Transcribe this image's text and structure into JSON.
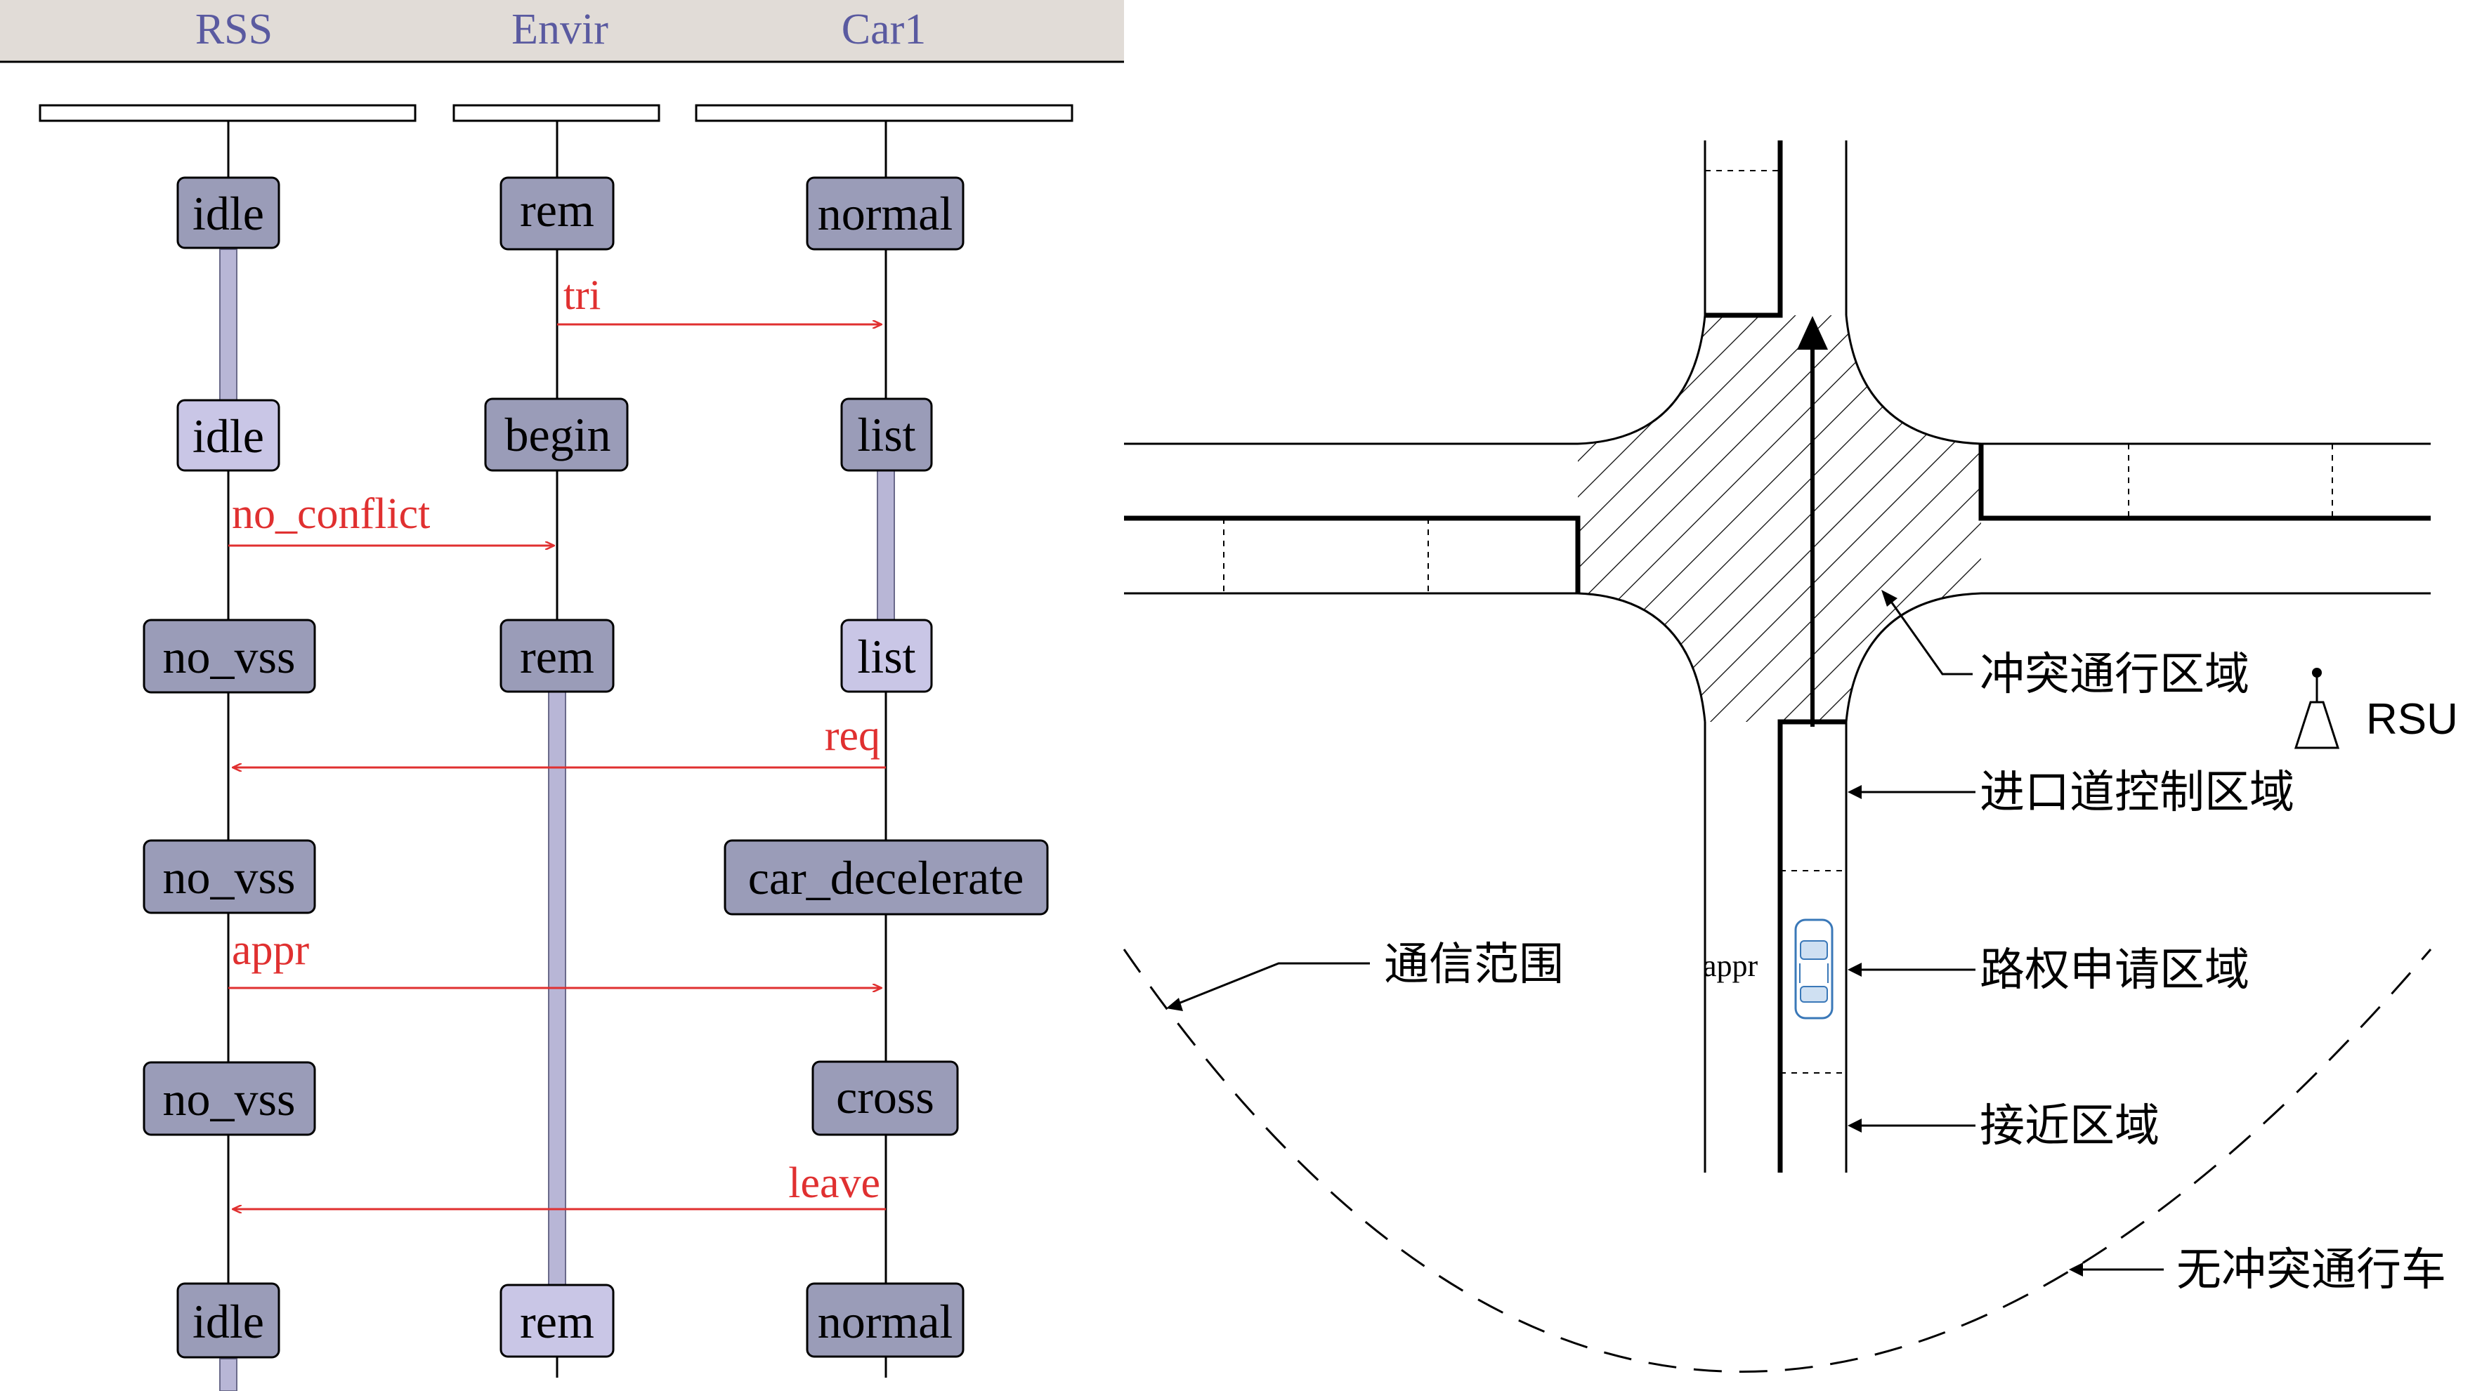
{
  "sequence": {
    "lifelines": [
      {
        "name": "RSS"
      },
      {
        "name": "Envir"
      },
      {
        "name": "Car1"
      }
    ],
    "states": {
      "rss": [
        "idle",
        "idle",
        "no_vss",
        "no_vss",
        "no_vss",
        "idle"
      ],
      "envir": [
        "rem",
        "begin",
        "rem",
        "rem"
      ],
      "car1": [
        "normal",
        "list",
        "list",
        "car_decelerate",
        "cross",
        "normal"
      ]
    },
    "messages": [
      {
        "label": "tri",
        "from": "Envir",
        "to": "Car1"
      },
      {
        "label": "no_conflict",
        "from": "RSS",
        "to": "Envir"
      },
      {
        "label": "req",
        "from": "Car1",
        "to": "RSS"
      },
      {
        "label": "appr",
        "from": "RSS",
        "to": "Car1"
      },
      {
        "label": "leave",
        "from": "Car1",
        "to": "RSS"
      }
    ],
    "colors": {
      "header_bg": "#e1dcd7",
      "header_text": "#5a5aa0",
      "state_fill": "#9a9cb8",
      "state_fill_light": "#c9c6e6",
      "message": "#e03030",
      "line": "#000000"
    }
  },
  "intersection": {
    "car_tag": "appr",
    "rsu_label": "RSU",
    "callouts": {
      "conflict_zone": "冲突通行区域",
      "entry_control_zone": "进口道控制区域",
      "right_of_way_zone": "路权申请区域",
      "approach_zone": "接近区域",
      "comm_range": "通信范围",
      "no_conflict_vehicle": "无冲突通行车"
    }
  }
}
